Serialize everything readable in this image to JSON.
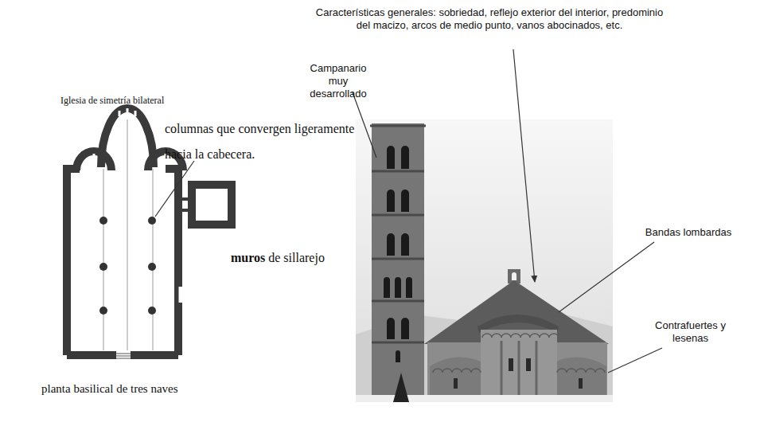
{
  "diagram": {
    "labels": [
      "Características generales: sobriedad, reflejo exterior del interior, predominio del macizo, arcos de medio punto, vanos abocinados, etc.",
      "Campanario muy desarrollado",
      "Iglesia de simetría bilateral",
      "columnas que convergen ligeramente hacia la cabecera.",
      "muros",
      "de sillarejo",
      "Bandas lombardas",
      "Contrafuertes y lesenas",
      "planta basilical de tres naves"
    ]
  }
}
